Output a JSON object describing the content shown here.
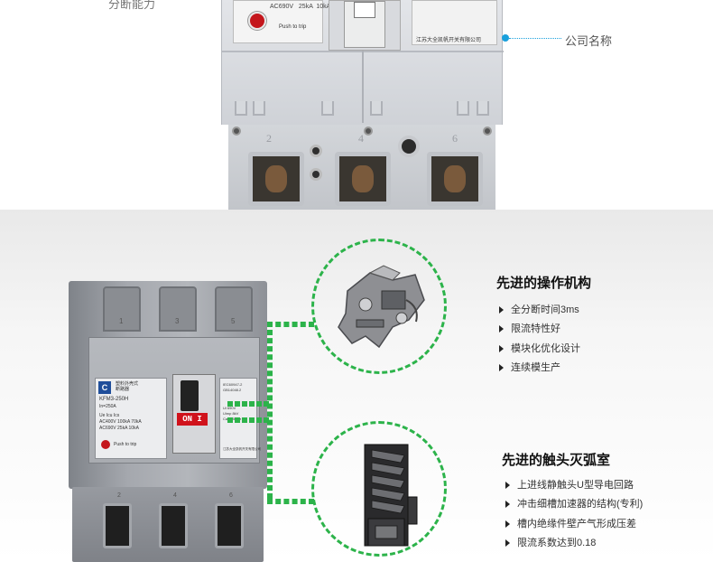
{
  "top": {
    "left_callout": "分断能力",
    "company_callout": "公司名称",
    "breaker_label": {
      "rows": [
        "AC690V   25kA  10kA"
      ],
      "push_to_trip": "Push to trip",
      "company_text": "江苏大全凯帆开关有限公司"
    },
    "terminal_numbers": [
      "2",
      "4",
      "6"
    ]
  },
  "breaker": {
    "logo": "C",
    "model_cn": "塑料外壳式\n断路器",
    "model": "KFM3-250H",
    "rating": "In=250A",
    "spec_rows": [
      "Ue      Icu     Ics",
      "AC400V  100kA  70kA",
      "AC690V  25kA   10kA"
    ],
    "push_label": "Push to trip",
    "on_label": "ON  I",
    "standard_rows": [
      "IEC60947-2",
      "GB14048.2",
      "Ui       690V",
      "Uimp     8kV",
      "Cat.A    50Hz"
    ],
    "company_text": "江苏大全凯帆开关有限公司",
    "top_numbers": [
      "1",
      "3",
      "5"
    ],
    "bottom_numbers": [
      "2",
      "4",
      "6"
    ]
  },
  "features": [
    {
      "title": "先进的操作机构",
      "items": [
        "全分断时间3ms",
        "限流特性好",
        "模块化优化设计",
        "连续模生产"
      ]
    },
    {
      "title": "先进的触头灭弧室",
      "items": [
        "上进线静触头U型导电回路",
        "冲击细槽加速器的结构(专利)",
        "槽内绝缘件壁产气形成压差",
        "限流系数达到0.18"
      ]
    }
  ],
  "colors": {
    "accent_green": "#2cb34a",
    "callout_blue": "#19a0dc",
    "on_red": "#d0121b"
  }
}
